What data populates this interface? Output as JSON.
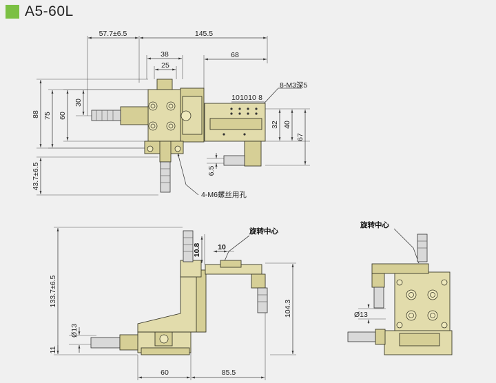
{
  "title": {
    "text": "A5-60L",
    "swatch_color": "#7bc043"
  },
  "colors": {
    "part_fill": "#e2dcac",
    "background": "#f0f0f0",
    "line": "#3b3a2a"
  },
  "top_view": {
    "dims": {
      "d57_7": "57.7±6.5",
      "d145_5": "145.5",
      "d38": "38",
      "d25": "25",
      "d68": "68",
      "d10a": "10",
      "d10b": "10",
      "d10c": "10",
      "d8": "8",
      "d88": "88",
      "d75": "75",
      "d60": "60",
      "d30": "30",
      "d32": "32",
      "d40": "40",
      "d67": "67",
      "d6_5": "6.5",
      "d43_7": "43.7±6.5"
    },
    "callouts": {
      "m3": "8-M3深5",
      "m6": "4-M6螺丝用孔"
    }
  },
  "front_view": {
    "dims": {
      "d133_7": "133.7±6.5",
      "d10_8": "10.8",
      "d10": "10",
      "d13": "Ø13",
      "d11": "11",
      "d104_3": "104.3",
      "d60": "60",
      "d85_5": "85.5"
    },
    "callouts": {
      "rot_center": "旋转中心"
    }
  },
  "side_view": {
    "dims": {
      "d13": "Ø13"
    },
    "callouts": {
      "rot_center": "旋转中心"
    }
  }
}
